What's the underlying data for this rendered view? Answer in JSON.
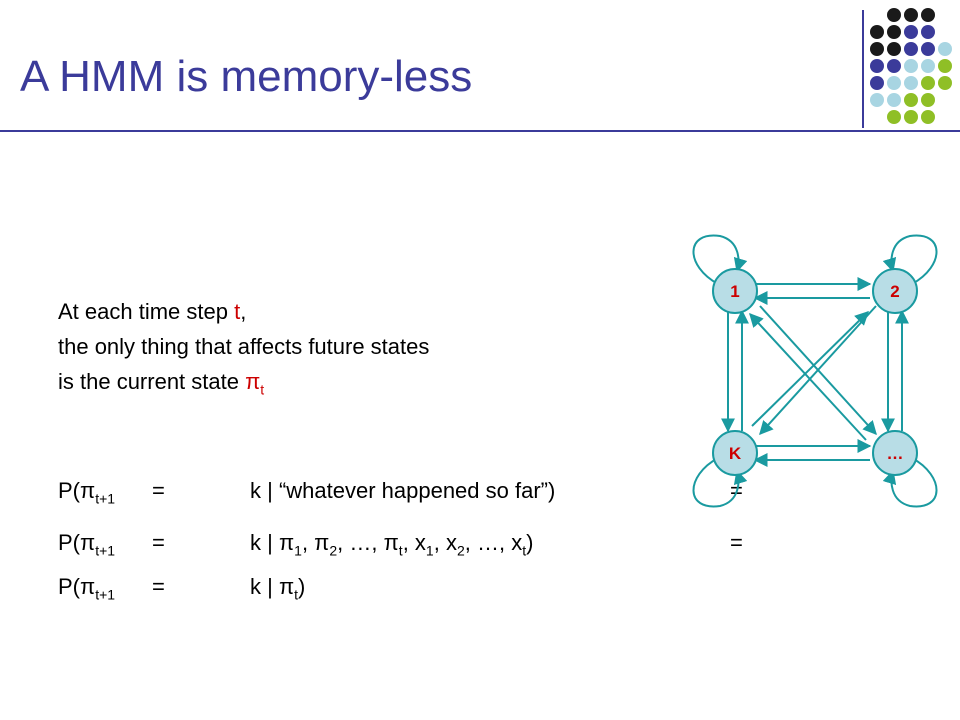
{
  "slide": {
    "title": "A HMM is memory-less",
    "lines": [
      {
        "before": "At each time step ",
        "highlight": "t",
        "after": ","
      },
      {
        "text": "the only thing that affects future states"
      },
      {
        "before": "is the current state ",
        "pi": "π",
        "sub": "t"
      }
    ],
    "formulas": [
      {
        "p": "P(",
        "pi": "π",
        "sub": "t+1",
        "eq": "=",
        "cond": "k | “whatever happened so far”)",
        "end": "="
      },
      {
        "p": "P(",
        "pi": "π",
        "sub": "t+1",
        "eq": "=",
        "end": "="
      },
      {
        "p": "P(",
        "pi": "π",
        "sub": "t+1",
        "eq": "=",
        "cond": "k | "
      }
    ],
    "formula2": {
      "k": "k | ",
      "pi1": "π",
      "s1": "1",
      "c1": ", ",
      "pi2": "π",
      "s2": "2",
      "c2": ", …, ",
      "pi3": "π",
      "s3": "t",
      "c3": ", x",
      "x1": "1",
      "c4": ", x",
      "x2": "2",
      "c5": ", …, x",
      "xt": "t",
      "close": ")"
    },
    "formula3": {
      "pi": "π",
      "sub": "t",
      "close": ")"
    }
  },
  "graph": {
    "nodes": [
      {
        "id": "n1",
        "label": "1"
      },
      {
        "id": "n2",
        "label": "2"
      },
      {
        "id": "nK",
        "label": "K"
      },
      {
        "id": "nE",
        "label": "…"
      }
    ],
    "node_fill": "#b8dde6",
    "edge_color": "#1a9aa0",
    "label_color": "#cc0000"
  },
  "colors": {
    "title": "#3b3b9a",
    "dots": [
      "#1a1a1a",
      "#3b3b9a",
      "#a8d5e2",
      "#8fbf26"
    ]
  }
}
